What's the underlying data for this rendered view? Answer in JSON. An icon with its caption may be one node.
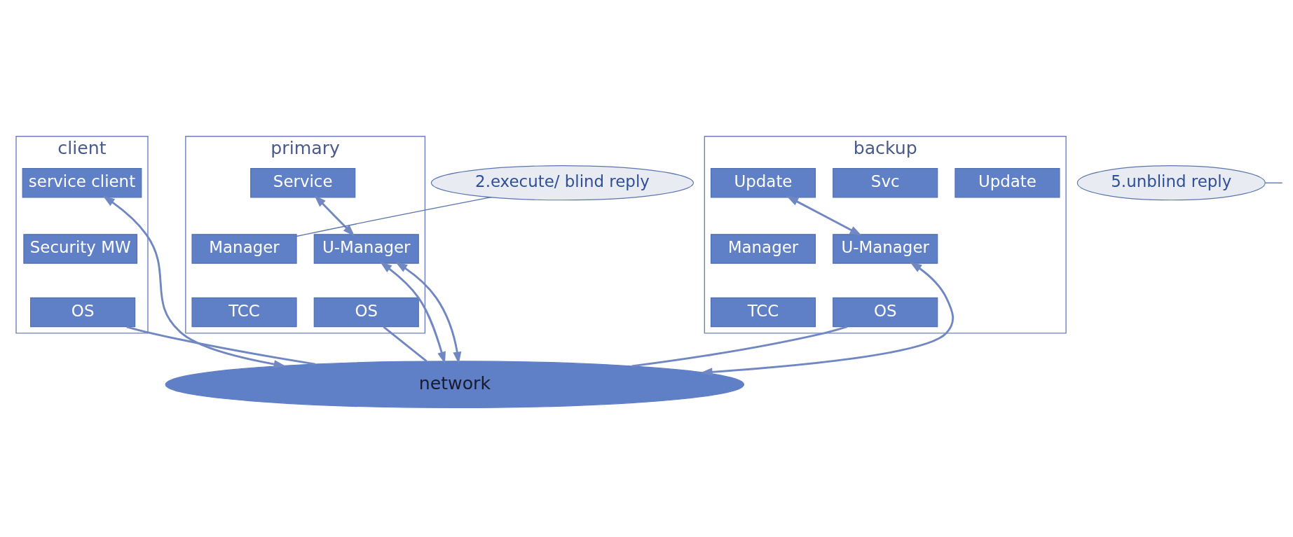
{
  "diagram": {
    "nodes": [
      {
        "text": [
          "client"
        ]
      },
      {
        "text": [
          "service client"
        ],
        "in": 0
      },
      {
        "text": [
          "Security MW"
        ],
        "in": 0
      },
      {
        "text": [
          "OS"
        ],
        "in": 0
      },
      {
        "text": [
          "primary"
        ]
      },
      {
        "text": [
          "Service"
        ],
        "in": 4
      },
      {
        "text": [
          "Manager"
        ],
        "in": 4
      },
      {
        "text": [
          "U-Manager"
        ],
        "in": 4
      },
      {
        "text": [
          "TCC"
        ],
        "in": 4
      },
      {
        "text": [
          "OS"
        ],
        "in": 4
      },
      {
        "text": [
          "backup"
        ]
      },
      {
        "text": [
          "Update"
        ],
        "in": 10
      },
      {
        "text": [
          "Svc"
        ],
        "in": 10
      },
      {
        "text": [
          "Update"
        ],
        "in": 10
      },
      {
        "text": [
          "Manager"
        ],
        "in": 10
      },
      {
        "text": [
          "U-Manager"
        ],
        "in": 10
      },
      {
        "text": [
          "TCC"
        ],
        "in": 10
      },
      {
        "text": [
          "OS"
        ],
        "in": 10
      },
      {
        "text": [
          "network"
        ]
      },
      {
        "text": [
          "2.execute/ blind reply"
        ]
      },
      {
        "text": [
          "5.unblind reply"
        ]
      }
    ],
    "edges": [
      {
        "from": 1,
        "to": 18,
        "arrow": "both"
      },
      {
        "from": 3,
        "to": 18,
        "arrow": "none"
      },
      {
        "from": 5,
        "to": 7,
        "arrow": "both"
      },
      {
        "from": 7,
        "to": 18,
        "arrow": "both"
      },
      {
        "from": 7,
        "to": 18,
        "arrow": "both"
      },
      {
        "from": 9,
        "to": 18,
        "arrow": "none"
      },
      {
        "from": 11,
        "to": 15,
        "arrow": "both"
      },
      {
        "from": 15,
        "to": 18,
        "arrow": "both"
      },
      {
        "from": 17,
        "to": 18,
        "arrow": "none"
      },
      {
        "from": 19,
        "to": 6,
        "arrow": "none"
      },
      {
        "from": 20,
        "to": null,
        "arrow": "none"
      }
    ]
  }
}
